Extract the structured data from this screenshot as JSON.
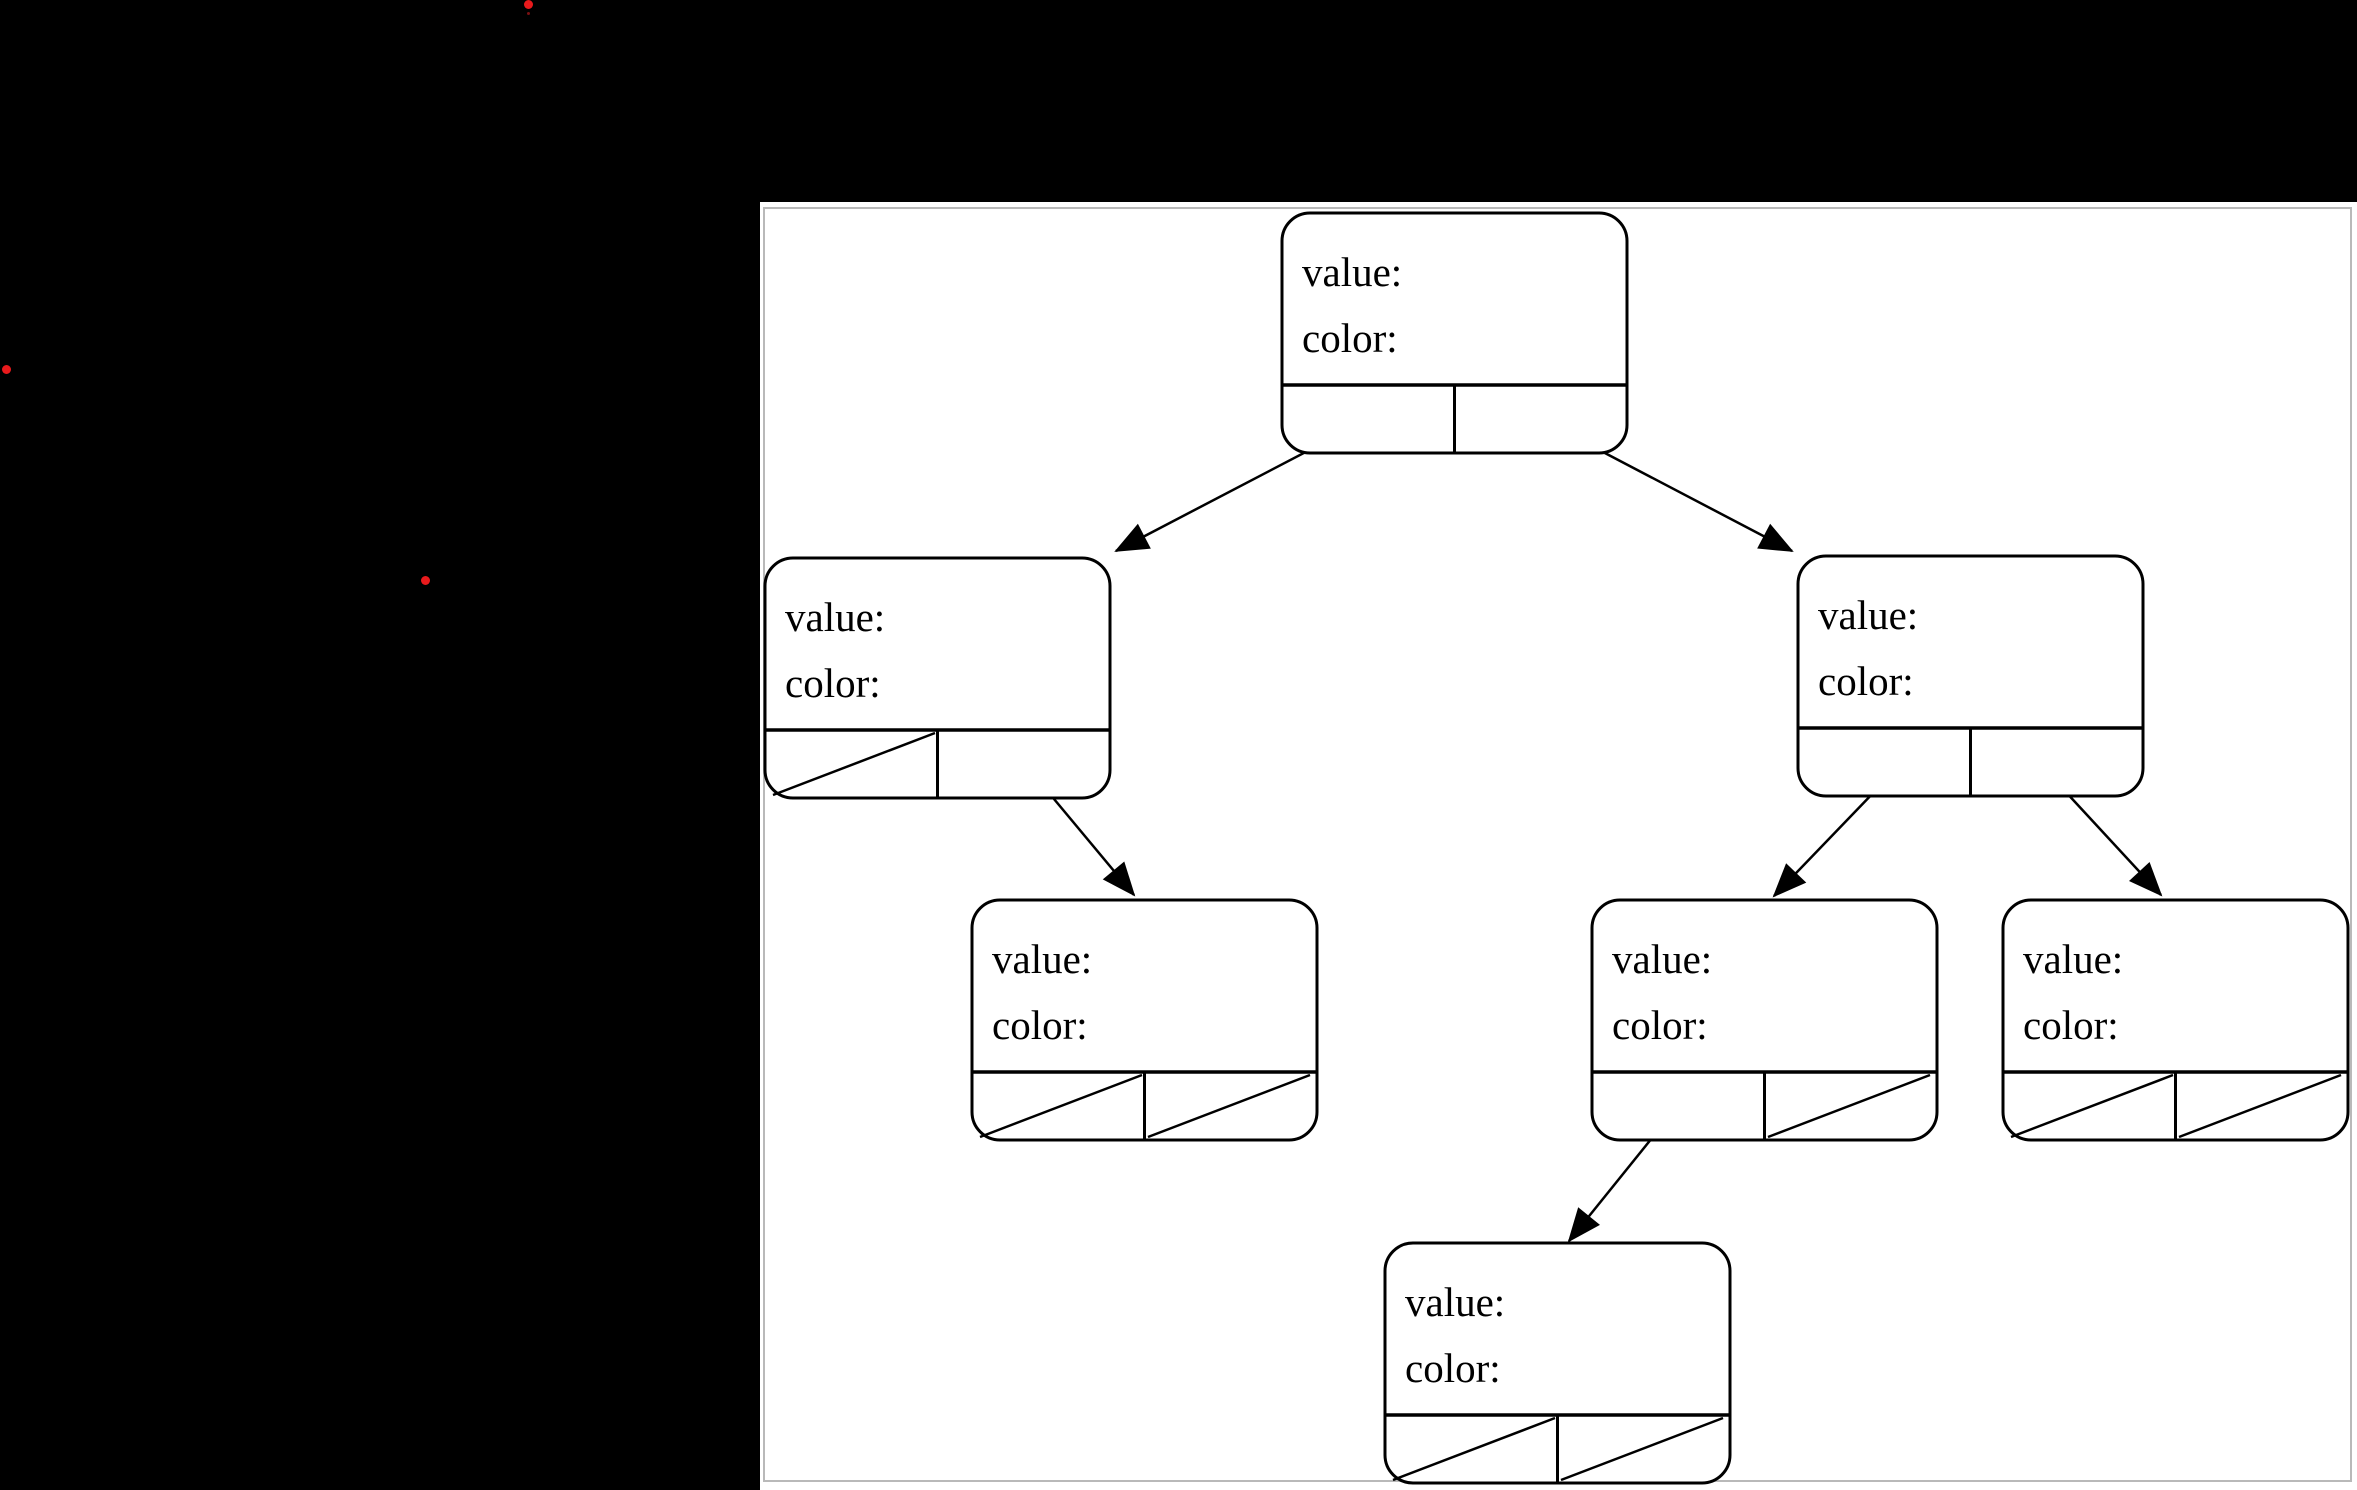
{
  "scene": {
    "background_color": "#000000",
    "panel": {
      "background_color": "#ffffff",
      "border_color": "#b9b9b9"
    }
  },
  "red_dots": [
    {
      "name": "red-dot-top",
      "color": "#e81a1c"
    },
    {
      "name": "red-dot-left",
      "color": "#e81a1c"
    },
    {
      "name": "red-dot-mid",
      "color": "#e81a1c"
    },
    {
      "name": "red-speck",
      "color": "#7a1012"
    }
  ],
  "tree": {
    "type": "binary-tree-diagram",
    "node_field_labels": [
      "value:",
      "color:"
    ],
    "nodes": [
      {
        "id": "root",
        "value_label": "value:",
        "color_label": "color:",
        "left_child": "L",
        "right_child": "R"
      },
      {
        "id": "L",
        "value_label": "value:",
        "color_label": "color:",
        "left_child": "null",
        "right_child": "LR"
      },
      {
        "id": "R",
        "value_label": "value:",
        "color_label": "color:",
        "left_child": "RL",
        "right_child": "RR"
      },
      {
        "id": "LR",
        "value_label": "value:",
        "color_label": "color:",
        "left_child": "null",
        "right_child": "null"
      },
      {
        "id": "RL",
        "value_label": "value:",
        "color_label": "color:",
        "left_child": "RLL",
        "right_child": "null"
      },
      {
        "id": "RR",
        "value_label": "value:",
        "color_label": "color:",
        "left_child": "null",
        "right_child": "null"
      },
      {
        "id": "RLL",
        "value_label": "value:",
        "color_label": "color:",
        "left_child": "null",
        "right_child": "null"
      }
    ],
    "edges": [
      {
        "from": "root",
        "from_cell": "left",
        "to": "L"
      },
      {
        "from": "root",
        "from_cell": "right",
        "to": "R"
      },
      {
        "from": "L",
        "from_cell": "right",
        "to": "LR"
      },
      {
        "from": "R",
        "from_cell": "left",
        "to": "RL"
      },
      {
        "from": "R",
        "from_cell": "right",
        "to": "RR"
      },
      {
        "from": "RL",
        "from_cell": "left",
        "to": "RLL"
      }
    ]
  }
}
